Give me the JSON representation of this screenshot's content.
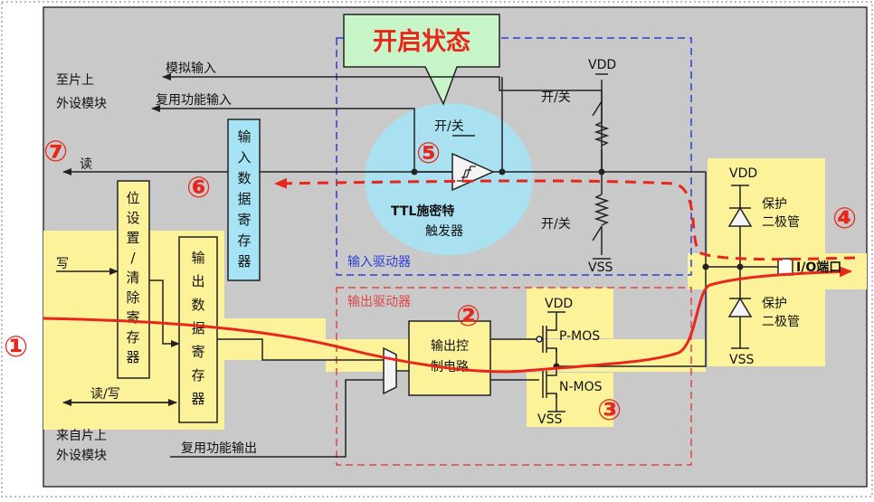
{
  "title_box": "开启状态",
  "left_labels": {
    "to_peripheral_1": "至片上",
    "to_peripheral_2": "外设模块",
    "analog_input": "模拟输入",
    "alt_func_input": "复用功能输入",
    "read": "读",
    "write": "写",
    "read_write": "读/写",
    "from_peripheral_1": "来自片上",
    "from_peripheral_2": "外设模块",
    "alt_func_output": "复用功能输出"
  },
  "registers": {
    "bit_set_reset": [
      "位",
      "设",
      "置",
      "/",
      "清",
      "除",
      "寄",
      "存",
      "器"
    ],
    "input_data": [
      "输",
      "入",
      "数",
      "据",
      "寄",
      "存",
      "器"
    ],
    "output_data": [
      "输",
      "出",
      "数",
      "据",
      "寄",
      "存",
      "器"
    ]
  },
  "input_driver": {
    "label": "输入驱动器",
    "switch_label": "开/关",
    "ttl_1": "TTL施密特",
    "ttl_2": "触发器",
    "upper_switch": "开/关",
    "lower_switch": "开/关",
    "vdd": "VDD",
    "vss": "VSS"
  },
  "output_driver": {
    "label": "输出驱动器",
    "control_1": "输出控",
    "control_2": "制电路",
    "pmos": "P-MOS",
    "nmos": "N-MOS",
    "vdd": "VDD",
    "vss": "VSS"
  },
  "protection": {
    "vdd": "VDD",
    "vss": "VSS",
    "upper_1": "保护",
    "upper_2": "二极管",
    "lower_1": "保护",
    "lower_2": "二极管",
    "io_pin": "I/O端口"
  },
  "markers": [
    "①",
    "②",
    "③",
    "④",
    "⑤",
    "⑥",
    "⑦"
  ]
}
